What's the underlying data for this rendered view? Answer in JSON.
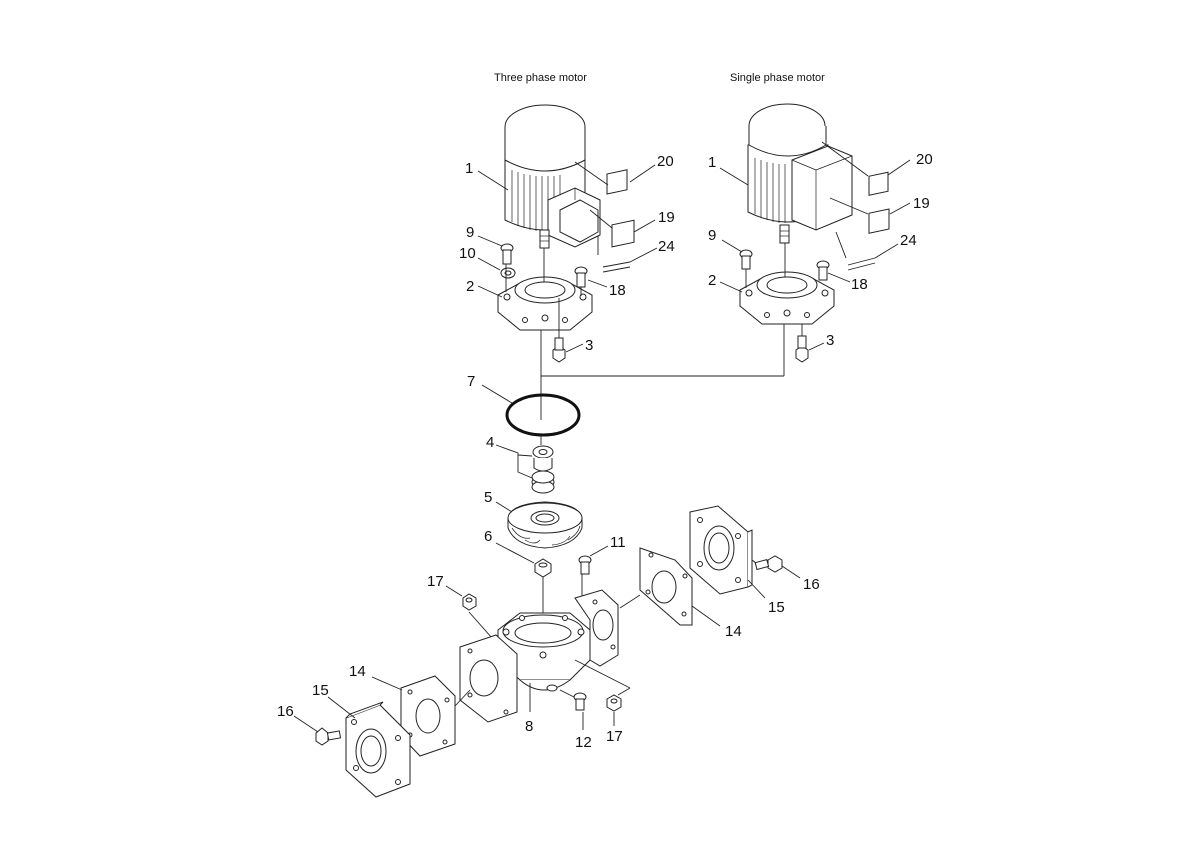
{
  "titles": {
    "three_phase": "Three phase motor",
    "single_phase": "Single phase motor"
  },
  "labels": {
    "three_1": "1",
    "three_20": "20",
    "three_19": "19",
    "three_9": "9",
    "three_24": "24",
    "three_10": "10",
    "three_18": "18",
    "three_2": "2",
    "three_3": "3",
    "single_1": "1",
    "single_20": "20",
    "single_19": "19",
    "single_9": "9",
    "single_24": "24",
    "single_2": "2",
    "single_18": "18",
    "single_3": "3",
    "p7": "7",
    "p4": "4",
    "p5": "5",
    "p6": "6",
    "p11": "11",
    "p17_top": "17",
    "p14_left": "14",
    "p15_left": "15",
    "p16_left": "16",
    "p8": "8",
    "p12": "12",
    "p17_bottom": "17",
    "p14_right": "14",
    "p15_right": "15",
    "p16_right": "16"
  }
}
